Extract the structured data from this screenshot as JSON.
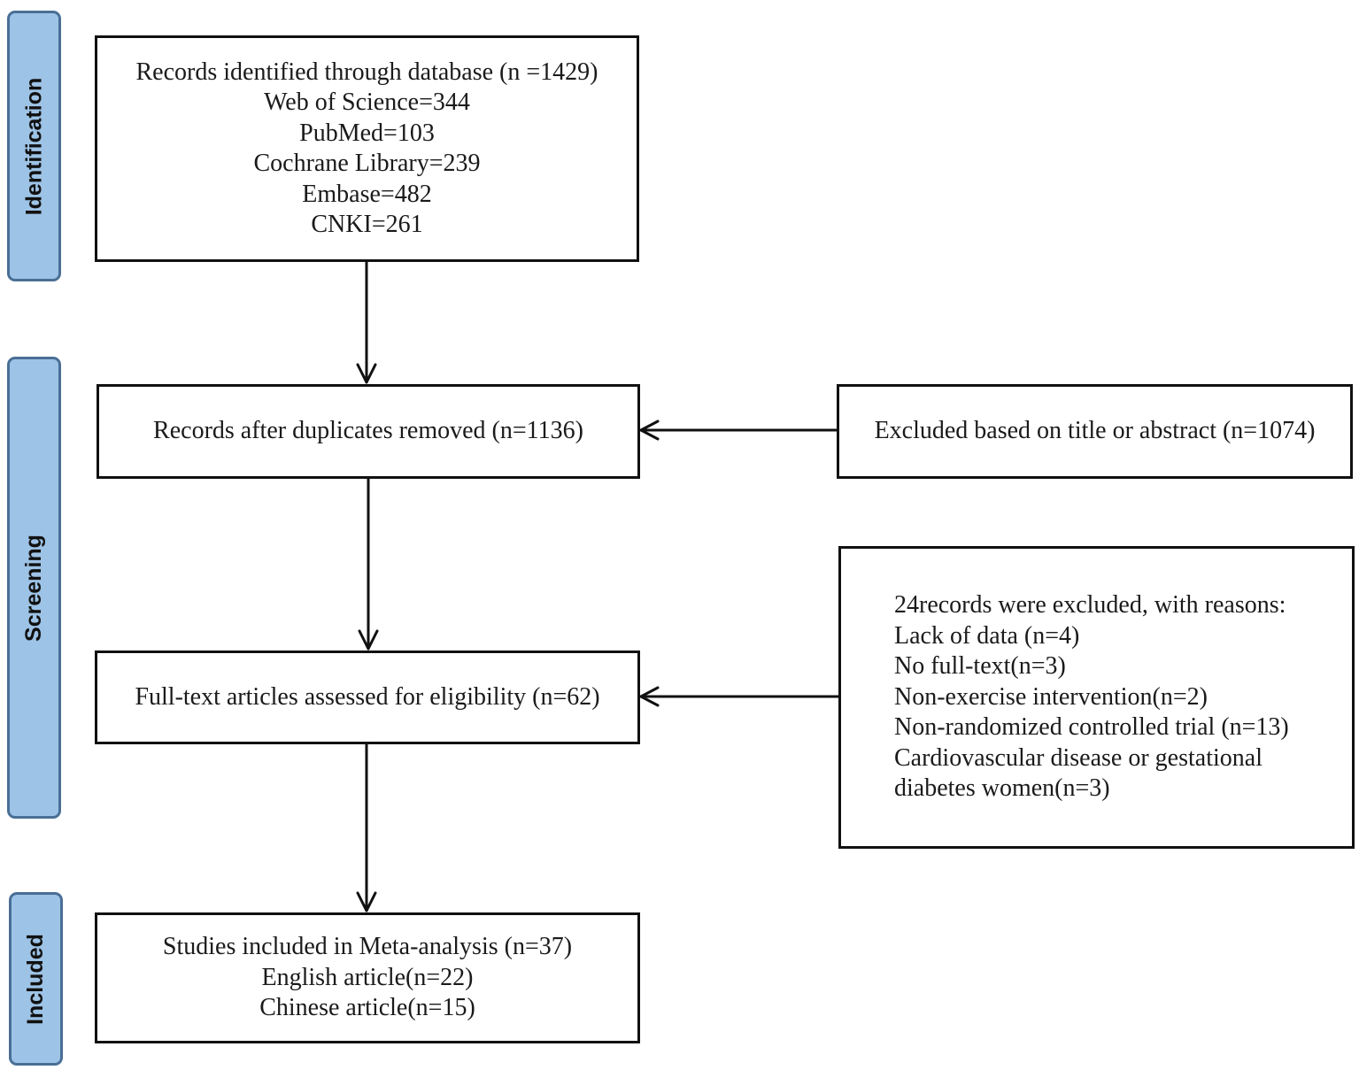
{
  "phases": {
    "identification": "Identification",
    "screening": "Screening",
    "included": "Included"
  },
  "identification_box": {
    "lines": [
      "Records identified through database (n =1429)",
      "Web of Science=344",
      "PubMed=103",
      "Cochrane Library=239",
      "Embase=482",
      "CNKI=261"
    ]
  },
  "duplicates_box": {
    "text": "Records after duplicates removed (n=1136)"
  },
  "title_abstract_excluded_box": {
    "text": "Excluded based on title or abstract (n=1074)"
  },
  "fulltext_box": {
    "text": "Full-text articles assessed for eligibility (n=62)"
  },
  "fulltext_excluded_box": {
    "lines": [
      "24records were excluded, with reasons:",
      "Lack of data (n=4)",
      "No full-text(n=3)",
      "Non-exercise intervention(n=2)",
      "Non-randomized controlled trial (n=13)",
      "Cardiovascular disease or gestational",
      "diabetes women(n=3)"
    ]
  },
  "included_box": {
    "lines": [
      "Studies included in Meta-analysis (n=37)",
      "English article(n=22)",
      "Chinese article(n=15)"
    ]
  }
}
